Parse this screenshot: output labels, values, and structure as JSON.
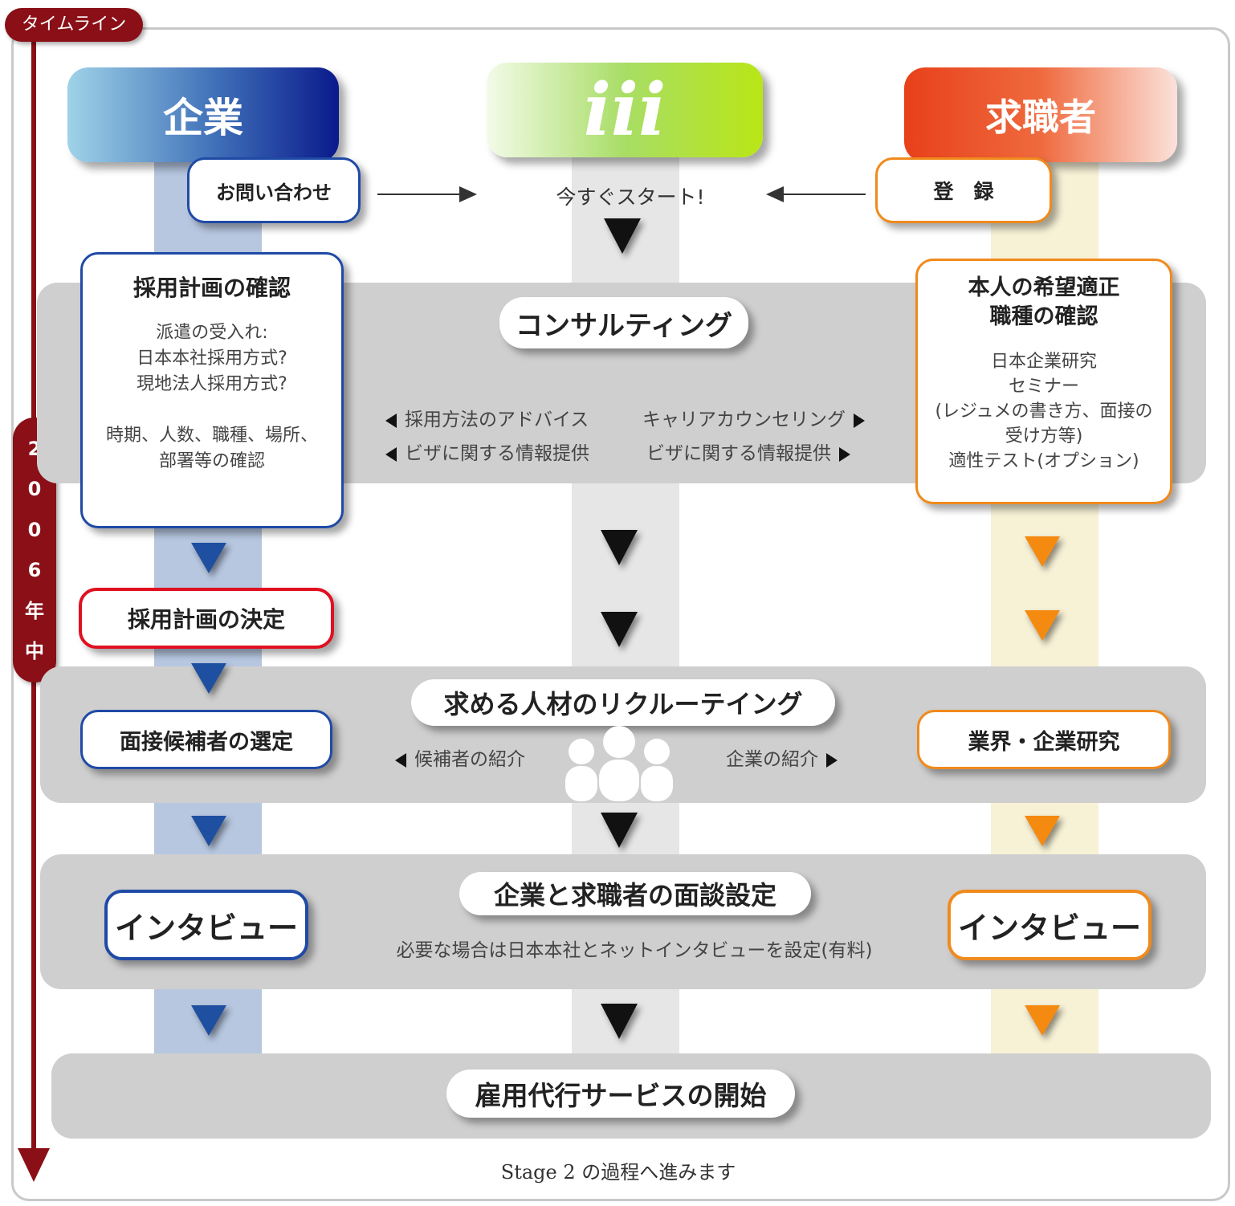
{
  "timeline": {
    "label": "タイムライン",
    "year_chars": [
      "2",
      "0",
      "0",
      "6",
      "年",
      "中"
    ]
  },
  "columns": {
    "company": {
      "title": "企業",
      "color": "#1e4fa0"
    },
    "iii": {
      "title": "iii",
      "color": "#a8dd33"
    },
    "jobseeker": {
      "title": "求職者",
      "color": "#e8401a"
    }
  },
  "step1": {
    "company": "お問い合わせ",
    "center": "今すぐスタート!",
    "jobseeker": "登　録"
  },
  "consulting": {
    "title": "コンサルティング",
    "company_box": {
      "title": "採用計画の確認",
      "lines": [
        "派遣の受入れ:",
        "日本本社採用方式?",
        "現地法人採用方式?",
        "",
        "時期、人数、職種、場所、",
        "部署等の確認"
      ]
    },
    "jobseeker_box": {
      "title_lines": [
        "本人の希望適正",
        "職種の確認"
      ],
      "lines": [
        "日本企業研究",
        "セミナー",
        "(レジュメの書き方、面接の",
        "受け方等)",
        "適性テスト(オプション)"
      ]
    },
    "left_items": [
      "採用方法のアドバイス",
      "ビザに関する情報提供"
    ],
    "right_items": [
      "キャリアカウンセリング",
      "ビザに関する情報提供"
    ]
  },
  "decision": {
    "company": "採用計画の決定"
  },
  "recruiting": {
    "title": "求める人材のリクルーテイング",
    "company": "面接候補者の選定",
    "jobseeker": "業界・企業研究",
    "left": "候補者の紹介",
    "right": "企業の紹介"
  },
  "interview": {
    "title": "企業と求職者の面談設定",
    "note": "必要な場合は日本本社とネットインタビューを設定(有料)",
    "company": "インタビュー",
    "jobseeker": "インタビュー"
  },
  "start": {
    "title": "雇用代行サービスの開始"
  },
  "footer": "Stage 2 の過程へ進みます"
}
